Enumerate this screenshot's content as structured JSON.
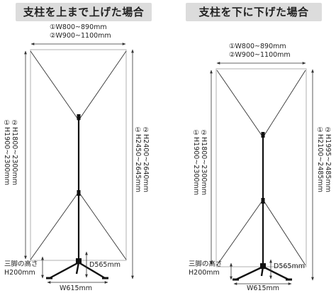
{
  "left": {
    "title": "支柱を上まで上げた場合",
    "width_line1": "①W800~890mm",
    "width_line2": "②W900~1100mm",
    "pole_line1": "①H1900~2300mm",
    "pole_line2": "②H1800~2300mm",
    "total_line1": "①H2450~2645mm",
    "total_line2": "②H2400~2640mm",
    "legs_height_label": "三脚の高さ",
    "legs_height_value": "H200mm",
    "depth": "D565mm",
    "base_width": "W615mm"
  },
  "right": {
    "title": "支柱を下に下げた場合",
    "width_line1": "①W800~890mm",
    "width_line2": "②W900~1100mm",
    "pole_line1": "①H1900~2300mm",
    "pole_line2": "②H1800~2300mm",
    "total_line1": "①H2100~2485mm",
    "total_line2": "②H1995~2485mm",
    "legs_height_label": "三脚の高さ",
    "legs_height_value": "H200mm",
    "depth": "D565mm",
    "base_width": "W615mm"
  }
}
